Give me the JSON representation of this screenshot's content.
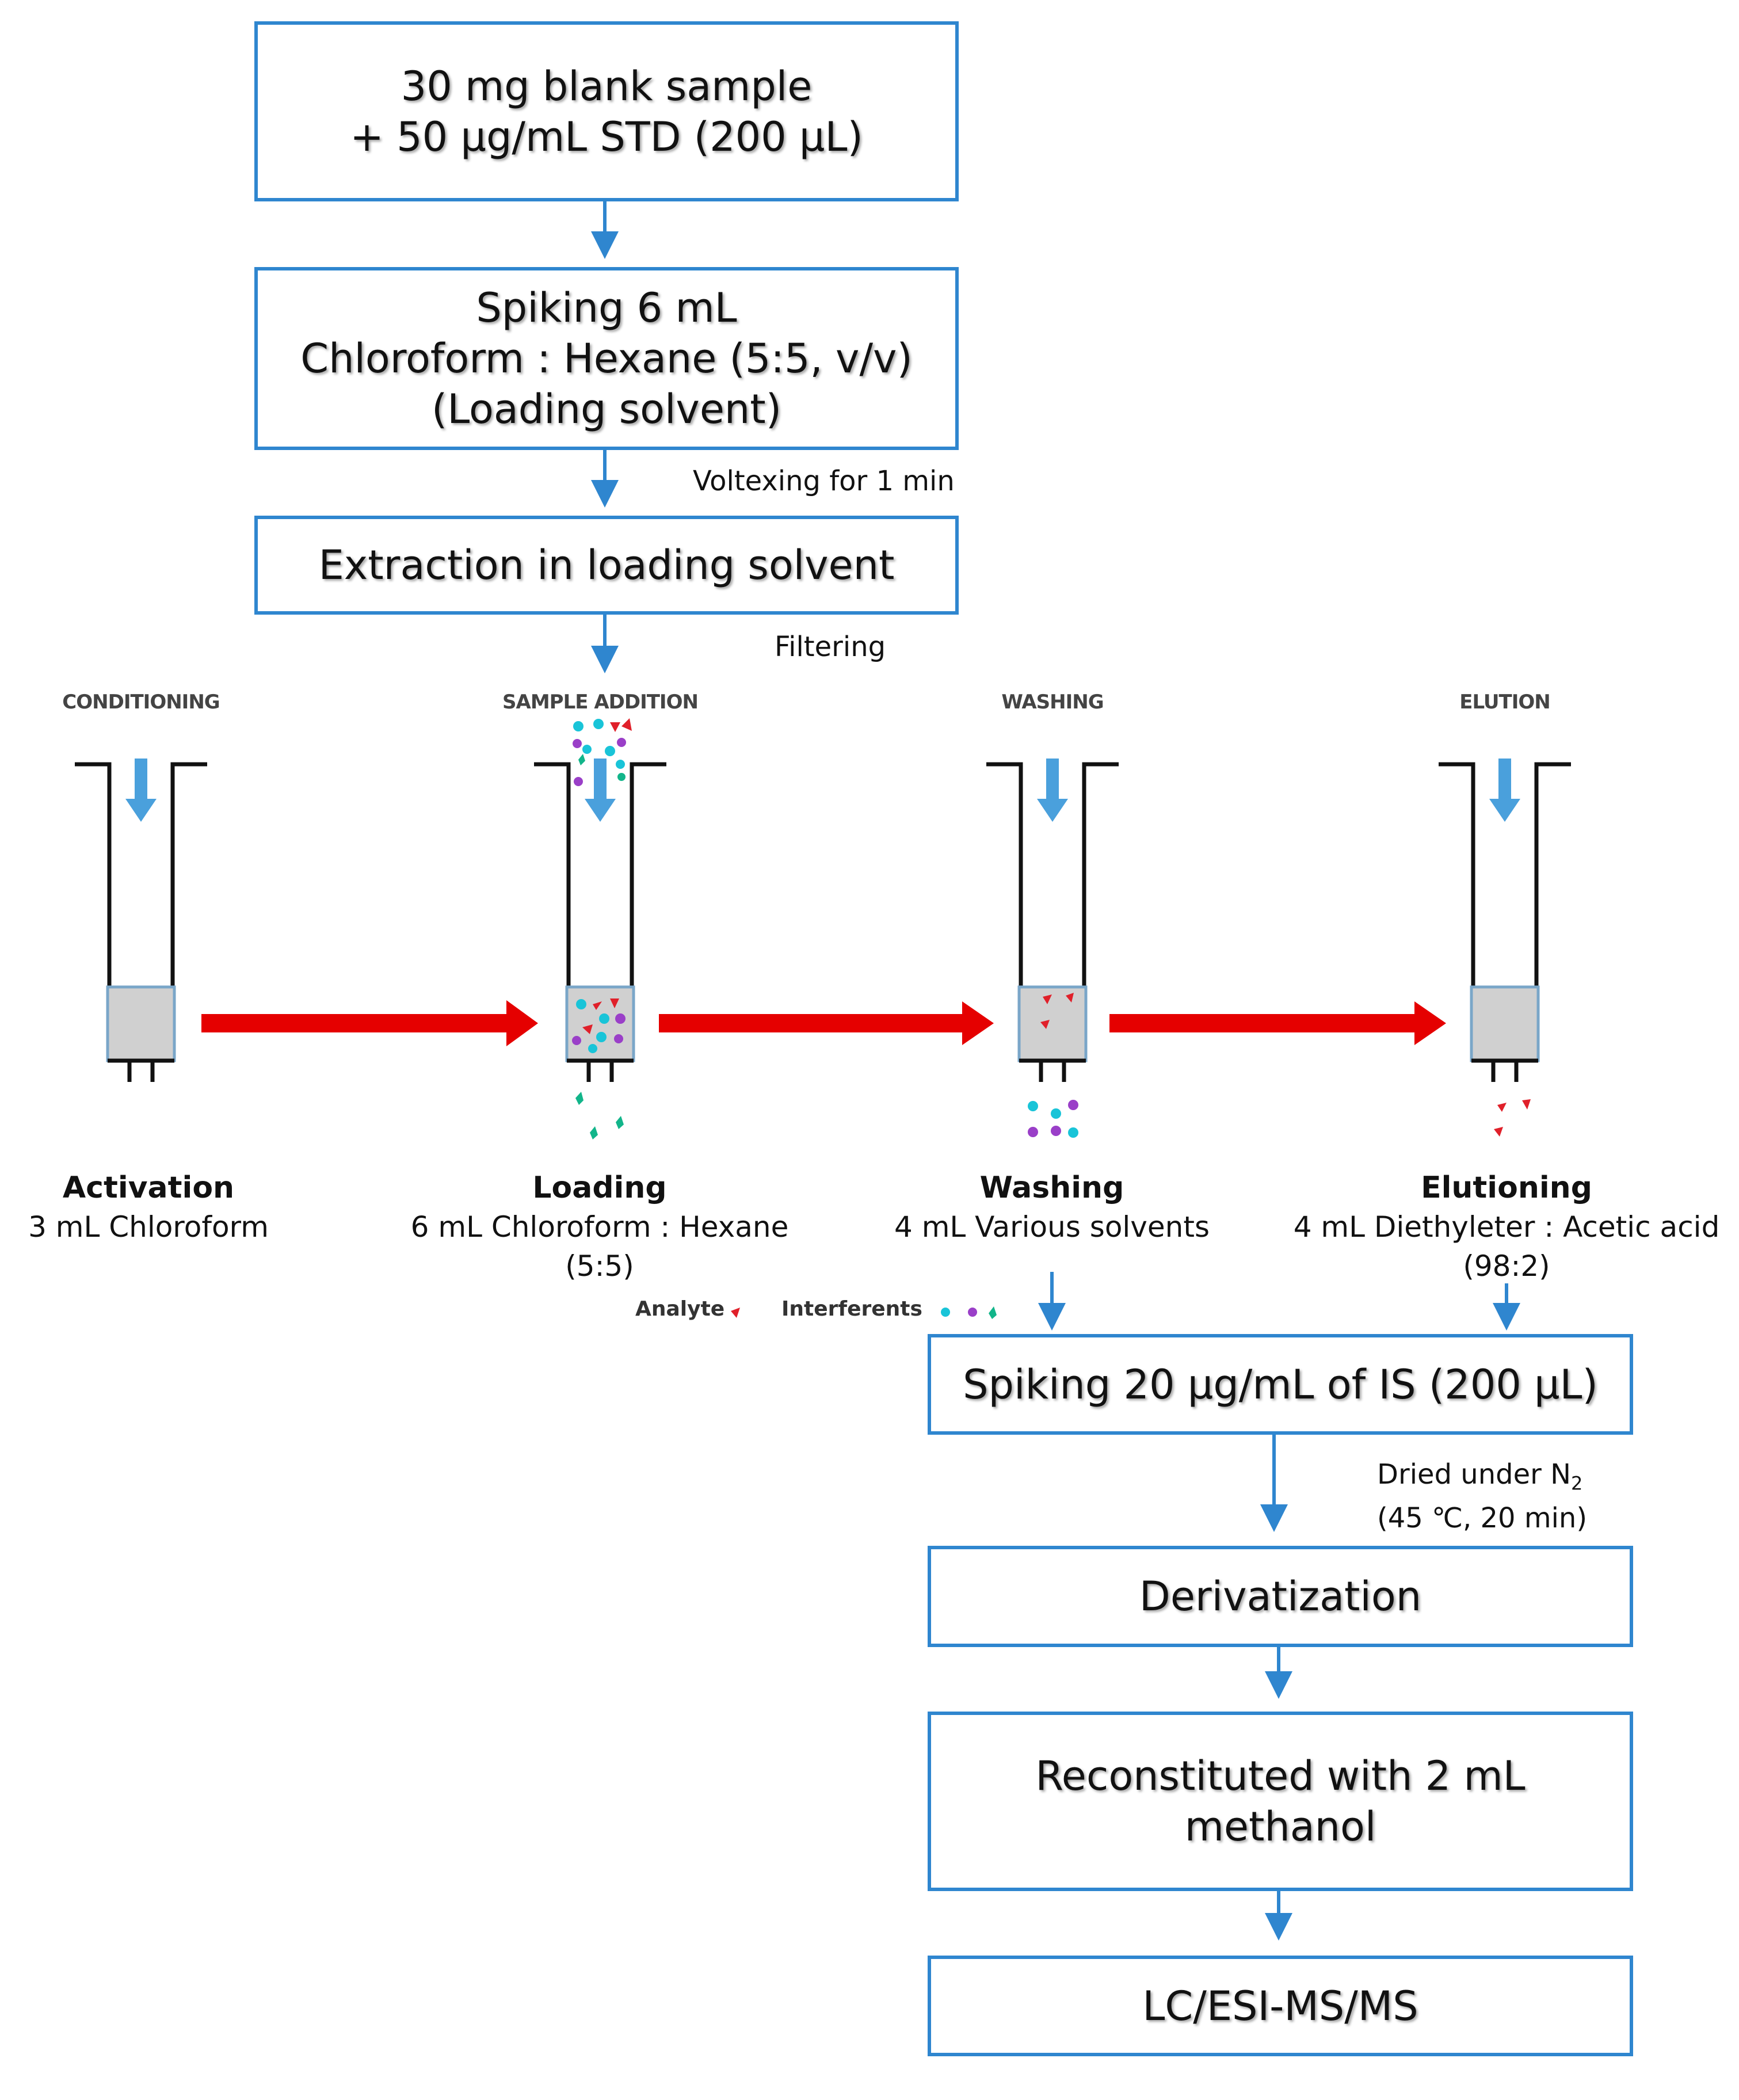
{
  "colors": {
    "box_border": "#2f86cf",
    "flow_arrow": "#2f86cf",
    "stage_arrow": "#e50000",
    "inlet_arrow": "#4aa0dc",
    "analyte": "#e0202a",
    "interferent_cyan": "#19c4d8",
    "interferent_purple": "#9a3fc8",
    "interferent_green": "#12b58a",
    "sorbent": "#d0d0d0"
  },
  "boxes": {
    "sample": [
      "30 mg blank sample",
      "+ 50 μg/mL STD (200 μL)"
    ],
    "spiking": [
      "Spiking 6 mL",
      "Chloroform : Hexane (5:5, v/v)",
      "(Loading solvent)"
    ],
    "extraction": [
      "Extraction in loading solvent"
    ],
    "spiking_is": [
      "Spiking 20 μg/mL of IS (200 μL)"
    ],
    "derivatization": [
      "Derivatization"
    ],
    "reconstituted": [
      "Reconstituted with 2 mL",
      "methanol"
    ],
    "lcms": [
      "LC/ESI-MS/MS"
    ]
  },
  "notes": {
    "vortexing": "Voltexing for 1 min",
    "filtering": "Filtering",
    "dried": "Dried under N",
    "dried_sub": "2",
    "dried_cond": "(45 ℃, 20 min)"
  },
  "stages": [
    {
      "label": "CONDITIONING",
      "title": "Activation",
      "line1": "3 mL Chloroform",
      "line2": ""
    },
    {
      "label": "SAMPLE ADDITION",
      "title": "Loading",
      "line1": "6 mL Chloroform : Hexane",
      "line2": "(5:5)"
    },
    {
      "label": "WASHING",
      "title": "Washing",
      "line1": "4 mL Various solvents",
      "line2": ""
    },
    {
      "label": "ELUTION",
      "title": "Elutioning",
      "line1": "4 mL Diethyleter : Acetic acid",
      "line2": "(98:2)"
    }
  ],
  "legend": {
    "analyte": "Analyte",
    "interferents": "Interferents"
  }
}
